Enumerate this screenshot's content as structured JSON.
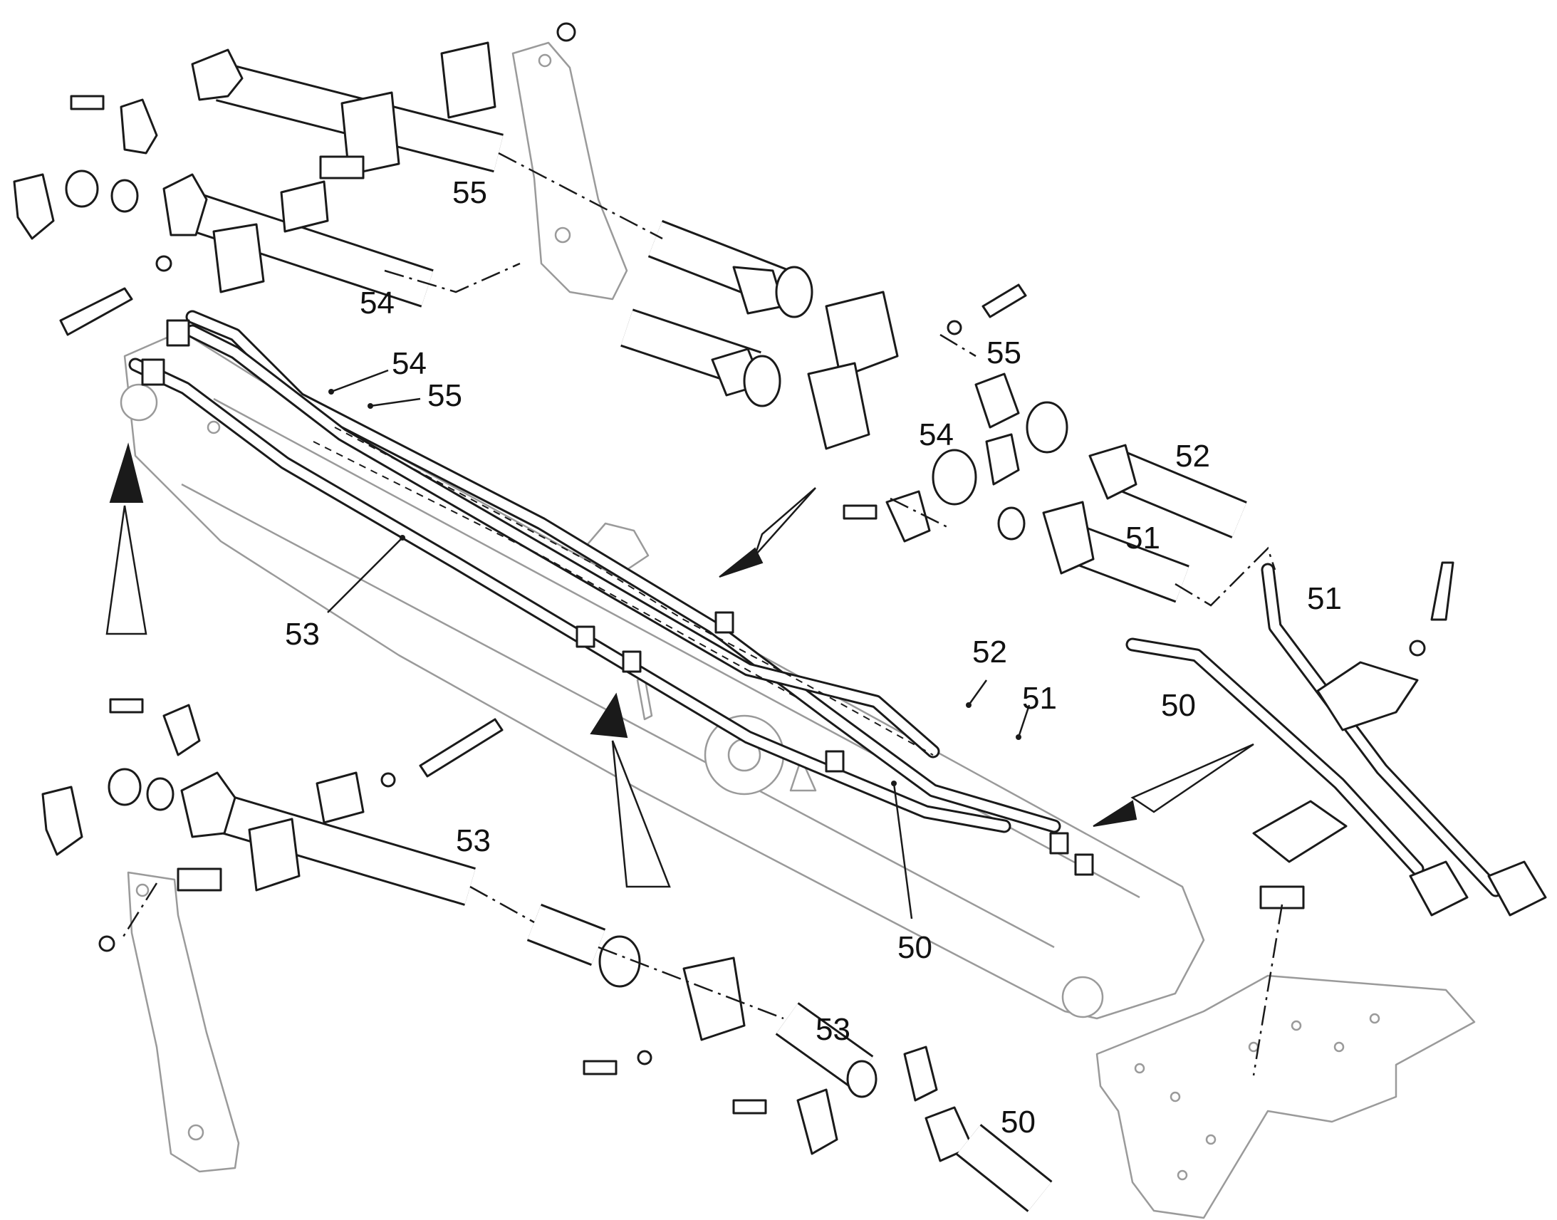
{
  "callouts": [
    {
      "id": "c55-top",
      "text": "55"
    },
    {
      "id": "c54-top",
      "text": "54"
    },
    {
      "id": "c54-mid",
      "text": "54"
    },
    {
      "id": "c55-mid",
      "text": "55"
    },
    {
      "id": "c55-right",
      "text": "55"
    },
    {
      "id": "c54-right",
      "text": "54"
    },
    {
      "id": "c52-right",
      "text": "52"
    },
    {
      "id": "c51-right",
      "text": "51"
    },
    {
      "id": "c51-far",
      "text": "51"
    },
    {
      "id": "c50-far",
      "text": "50"
    },
    {
      "id": "c53-left",
      "text": "53"
    },
    {
      "id": "c52-mid",
      "text": "52"
    },
    {
      "id": "c51-mid",
      "text": "51"
    },
    {
      "id": "c53-bottom",
      "text": "53"
    },
    {
      "id": "c50-mid",
      "text": "50"
    },
    {
      "id": "c53-low",
      "text": "53"
    },
    {
      "id": "c50-bottom",
      "text": "50"
    }
  ]
}
